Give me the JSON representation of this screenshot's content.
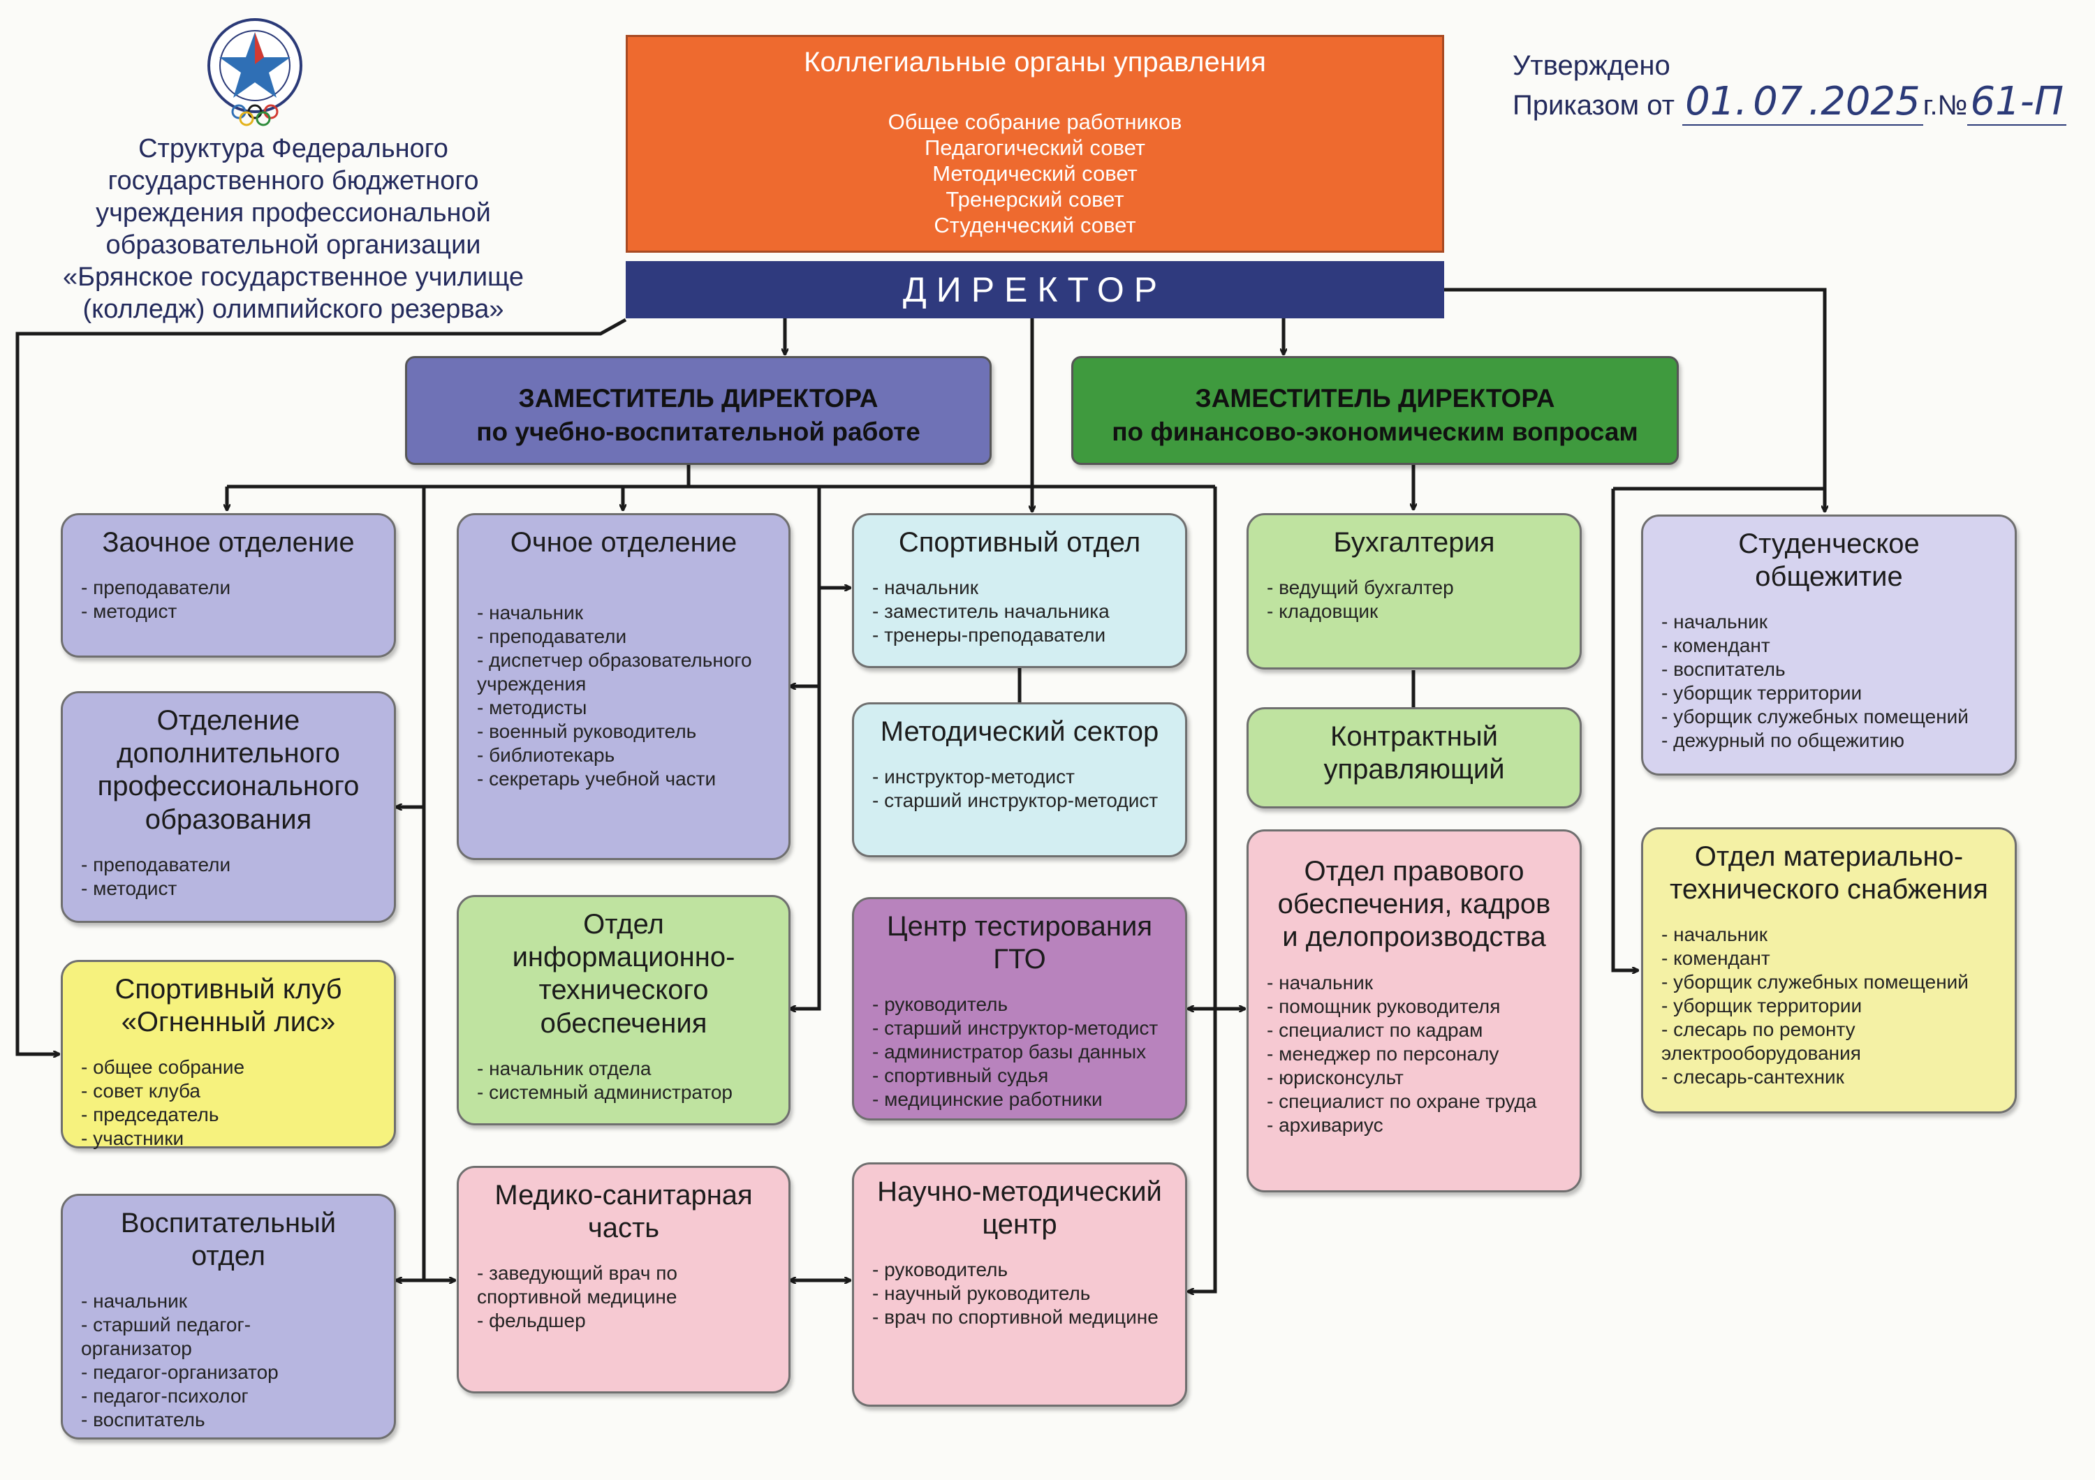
{
  "org_title": "Структура Федерального\nгосударственного бюджетного\nучреждения профессиональной\nобразовательной организации\n«Брянское государственное училище\n(колледж) олимпийского резерва»",
  "approval": {
    "line1": "Утверждено",
    "line2_prefix": "Приказом от",
    "day": "01.",
    "month": "07",
    "year": ".2025",
    "year_suffix": "г.",
    "num_prefix": "№",
    "num": "61-П"
  },
  "collegial": {
    "title": "Коллегиальные органы управления",
    "items": [
      "Общее собрание работников",
      "Педагогический совет",
      "Методический совет",
      "Тренерский совет",
      "Студенческий совет"
    ]
  },
  "director": "ДИРЕКТОР",
  "deputy_edu": {
    "line1": "ЗАМЕСТИТЕЛЬ ДИРЕКТОРА",
    "line2": "по учебно-воспитательной работе"
  },
  "deputy_fin": {
    "line1": "ЗАМЕСТИТЕЛЬ ДИРЕКТОРА",
    "line2": "по финансово-экономическим вопросам"
  },
  "units": {
    "zaochnoe": {
      "title": "Заочное отделение",
      "items": [
        "- преподаватели",
        "- методист"
      ]
    },
    "dpo": {
      "title": "Отделение\nдополнительного\nпрофессионального\nобразования",
      "items": [
        "- преподаватели",
        "- методист"
      ]
    },
    "club": {
      "title": "Спортивный клуб\n«Огненный лис»",
      "items": [
        "- общее собрание",
        "- совет клуба",
        "- председатель",
        "- участники"
      ]
    },
    "vospit": {
      "title": "Воспитательный\nотдел",
      "items": [
        "- начальник",
        "- старший педагог-\nорганизатор",
        "- педагог-организатор",
        "- педагог-психолог",
        "- воспитатель"
      ]
    },
    "ochnoe": {
      "title": "Очное отделение",
      "items": [
        "- начальник",
        "- преподаватели",
        "- диспетчер образовательного\nучреждения",
        "- методисты",
        "- военный руководитель",
        "- библиотекарь",
        "- секретарь учебной части"
      ]
    },
    "it": {
      "title": "Отдел\nинформационно-\nтехнического\nобеспечения",
      "items": [
        "- начальник отдела",
        "- системный администратор"
      ]
    },
    "medical": {
      "title": "Медико-санитарная\nчасть",
      "items": [
        "- заведующий врач по\nспортивной медицине",
        "- фельдшер"
      ]
    },
    "sport": {
      "title": "Спортивный отдел",
      "items": [
        "- начальник",
        "- заместитель начальника",
        "- тренеры-преподаватели"
      ]
    },
    "method_sector": {
      "title": "Методический сектор",
      "items": [
        "- инструктор-методист",
        "- старший инструктор-методист"
      ]
    },
    "gto": {
      "title": "Центр тестирования\nГТО",
      "items": [
        "- руководитель",
        "- старший инструктор-методист",
        "- администратор базы данных",
        "- спортивный судья",
        "- медицинские работники"
      ]
    },
    "science": {
      "title": "Научно-методический\nцентр",
      "items": [
        "- руководитель",
        "- научный руководитель",
        "- врач по спортивной медицине"
      ]
    },
    "buh": {
      "title": "Бухгалтерия",
      "items": [
        "- ведущий бухгалтер",
        "- кладовщик"
      ]
    },
    "contract": {
      "title": "Контрактный\nуправляющий",
      "items": []
    },
    "legal": {
      "title": "Отдел правового\nобеспечения, кадров\nи делопроизводства",
      "items": [
        "- начальник",
        "- помощник руководителя",
        "- специалист по кадрам",
        "- менеджер по персоналу",
        "- юрисконсульт",
        "- специалист по охране труда",
        "- архивариус"
      ]
    },
    "dorm": {
      "title": "Студенческое\nобщежитие",
      "items": [
        "- начальник",
        "- комендант",
        "- воспитатель",
        "- уборщик территории",
        "- уборщик служебных помещений",
        "- дежурный по общежитию"
      ]
    },
    "supply": {
      "title": "Отдел материально-\nтехнического снабжения",
      "items": [
        "- начальник",
        "- комендант",
        "- уборщик служебных помещений",
        "- уборщик территории",
        "- слесарь по ремонту\nэлектрооборудования",
        "- слесарь-сантехник"
      ]
    }
  }
}
